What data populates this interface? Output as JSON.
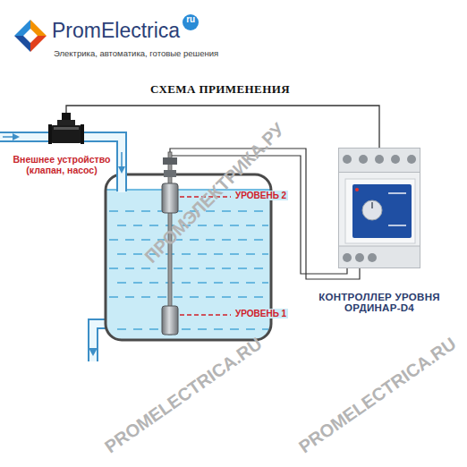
{
  "diagram": {
    "title": "СХЕМА ПРИМЕНЕНИЯ",
    "nodes": [
      {
        "text": [
          "Внешнее устройство (клапан, насос)"
        ]
      },
      {
        "text": [
          "КОНТРОЛЛЕР УРОВНЯ ОРДИНАР-D4"
        ]
      }
    ],
    "edges": [
      {
        "from": 0,
        "to": 1,
        "arrow": "none"
      }
    ],
    "labels": [
      "PromElectrica",
      "ru",
      "Электрика, автоматика, готовые решения",
      "УРОВЕНЬ 2",
      "УРОВЕНЬ 1",
      "ПРОМЭЛЕКТРИКА.РУ",
      "PROMELECTRICA.RU",
      "PROMELECTRICA.RU"
    ]
  }
}
